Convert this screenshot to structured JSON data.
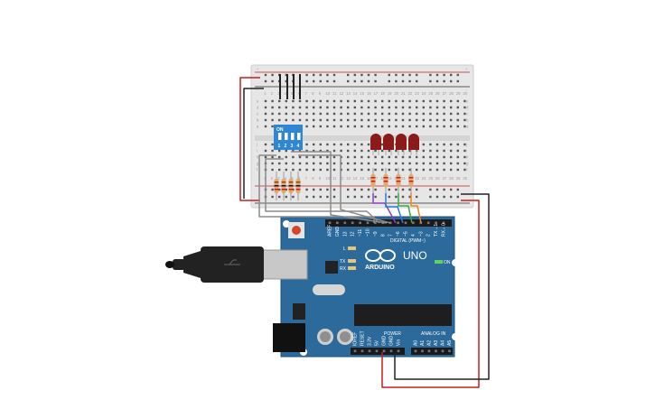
{
  "board": {
    "brand": "ARDUINO",
    "model": "UNO",
    "on_label": "ON",
    "led_l": "L",
    "led_tx": "TX",
    "led_rx": "RX",
    "digital_label": "DIGITAL (PWM~)",
    "power_label": "POWER",
    "analog_label": "ANALOG IN",
    "digital_pins": [
      "AREF",
      "GND",
      "13",
      "12",
      "~11",
      "~10",
      "~9",
      "8",
      "7",
      "~6",
      "~5",
      "4",
      "~3",
      "2",
      "TX→1",
      "RX←0"
    ],
    "power_pins": [
      "IOREF",
      "RESET",
      "3.3V",
      "5V",
      "GND",
      "GND",
      "Vin"
    ],
    "analog_pins": [
      "A0",
      "A1",
      "A2",
      "A3",
      "A4",
      "A5"
    ]
  },
  "dip_switch": {
    "on_label": "ON",
    "numbers": [
      "1",
      "2",
      "3",
      "4"
    ]
  },
  "breadboard": {
    "column_numbers": [
      "1",
      "2",
      "3",
      "4",
      "5",
      "6",
      "7",
      "8",
      "9",
      "10",
      "11",
      "12",
      "13",
      "14",
      "15",
      "16",
      "17",
      "18",
      "19",
      "20",
      "21",
      "22",
      "23",
      "24",
      "25",
      "26",
      "27",
      "28",
      "29",
      "30"
    ],
    "row_letters_top": [
      "a",
      "b",
      "c",
      "d",
      "e"
    ],
    "row_letters_bottom": [
      "f",
      "g",
      "h",
      "i",
      "j"
    ],
    "rail_plus": "+",
    "rail_minus": "-"
  },
  "leds": {
    "count": 4,
    "color": "#8b1a1a"
  },
  "colors": {
    "board_blue": "#2b6a9a",
    "breadboard": "#e4e4e4",
    "wire_red": "#c81e1e",
    "wire_black": "#222222",
    "wire_gray": "#8a8a8a",
    "wire_purple": "#8e3fbf",
    "wire_blue": "#2a7fd4",
    "wire_green": "#3caa3c",
    "wire_orange": "#e8871e"
  }
}
